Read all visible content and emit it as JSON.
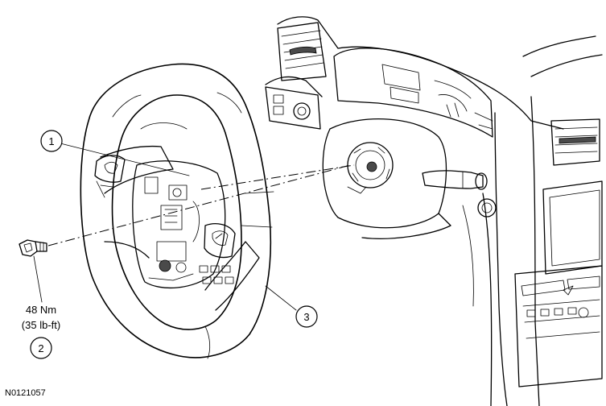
{
  "diagram": {
    "figure_id": "N0121057",
    "callouts": [
      {
        "number": "1"
      },
      {
        "number": "2"
      },
      {
        "number": "3"
      }
    ],
    "torque_spec": {
      "metric": "48 Nm",
      "imperial": "(35 lb-ft)"
    }
  }
}
